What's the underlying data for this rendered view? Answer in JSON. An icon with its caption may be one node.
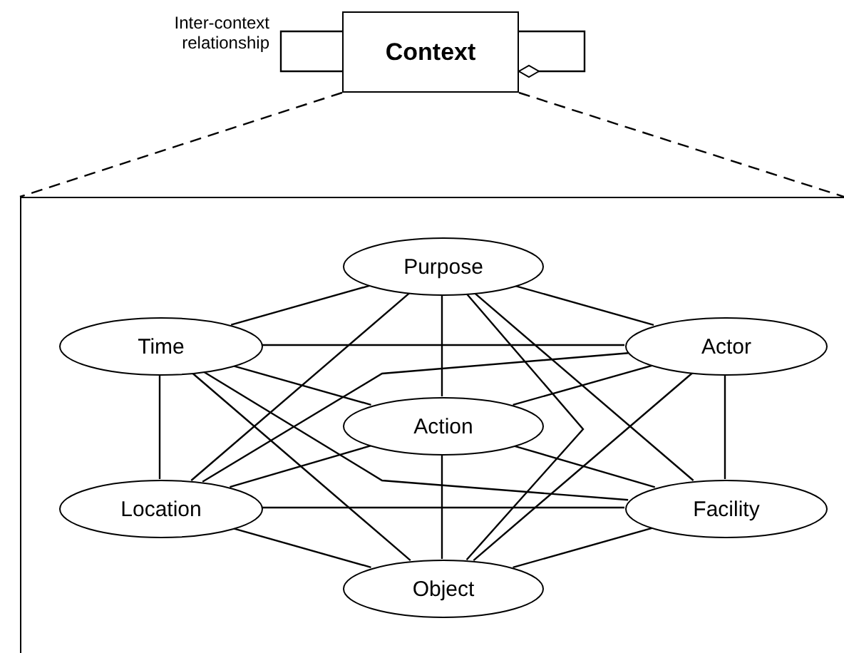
{
  "diagram": {
    "nodes": [
      {
        "text": [
          "Context"
        ]
      },
      {
        "text": [],
        "shape": "box"
      },
      {
        "text": [
          "Purpose"
        ],
        "in": 1
      },
      {
        "text": [
          "Time"
        ],
        "in": 1
      },
      {
        "text": [
          "Actor"
        ],
        "in": 1
      },
      {
        "text": [
          "Action"
        ],
        "in": 1
      },
      {
        "text": [
          "Location"
        ],
        "in": 1
      },
      {
        "text": [
          "Facility"
        ],
        "in": 1
      },
      {
        "text": [
          "Object"
        ],
        "in": 1
      }
    ],
    "edges": [
      {
        "from": 0,
        "to": 0,
        "arrow": "none",
        "label": "Inter-context relationship"
      },
      {
        "from": 0,
        "to": 0,
        "arrow": "other"
      },
      {
        "from": 0,
        "to": 1,
        "arrow": "none",
        "style": "dashed"
      },
      {
        "from": 2,
        "to": 3,
        "arrow": "none"
      },
      {
        "from": 2,
        "to": 4,
        "arrow": "none"
      },
      {
        "from": 2,
        "to": 6,
        "arrow": "none"
      },
      {
        "from": 2,
        "to": 5,
        "arrow": "none"
      },
      {
        "from": 2,
        "to": 8,
        "arrow": "none"
      },
      {
        "from": 2,
        "to": 7,
        "arrow": "none"
      },
      {
        "from": 3,
        "to": 4,
        "arrow": "none"
      },
      {
        "from": 3,
        "to": 6,
        "arrow": "none"
      },
      {
        "from": 3,
        "to": 8,
        "arrow": "none"
      },
      {
        "from": 3,
        "to": 7,
        "arrow": "none"
      },
      {
        "from": 3,
        "to": 5,
        "arrow": "none"
      },
      {
        "from": 4,
        "to": 6,
        "arrow": "none"
      },
      {
        "from": 4,
        "to": 5,
        "arrow": "none"
      },
      {
        "from": 4,
        "to": 8,
        "arrow": "none"
      },
      {
        "from": 4,
        "to": 7,
        "arrow": "none"
      },
      {
        "from": 5,
        "to": 6,
        "arrow": "none"
      },
      {
        "from": 5,
        "to": 7,
        "arrow": "none"
      },
      {
        "from": 5,
        "to": 8,
        "arrow": "none"
      },
      {
        "from": 6,
        "to": 7,
        "arrow": "none"
      },
      {
        "from": 6,
        "to": 8,
        "arrow": "none"
      },
      {
        "from": 7,
        "to": 8,
        "arrow": "none"
      }
    ]
  }
}
